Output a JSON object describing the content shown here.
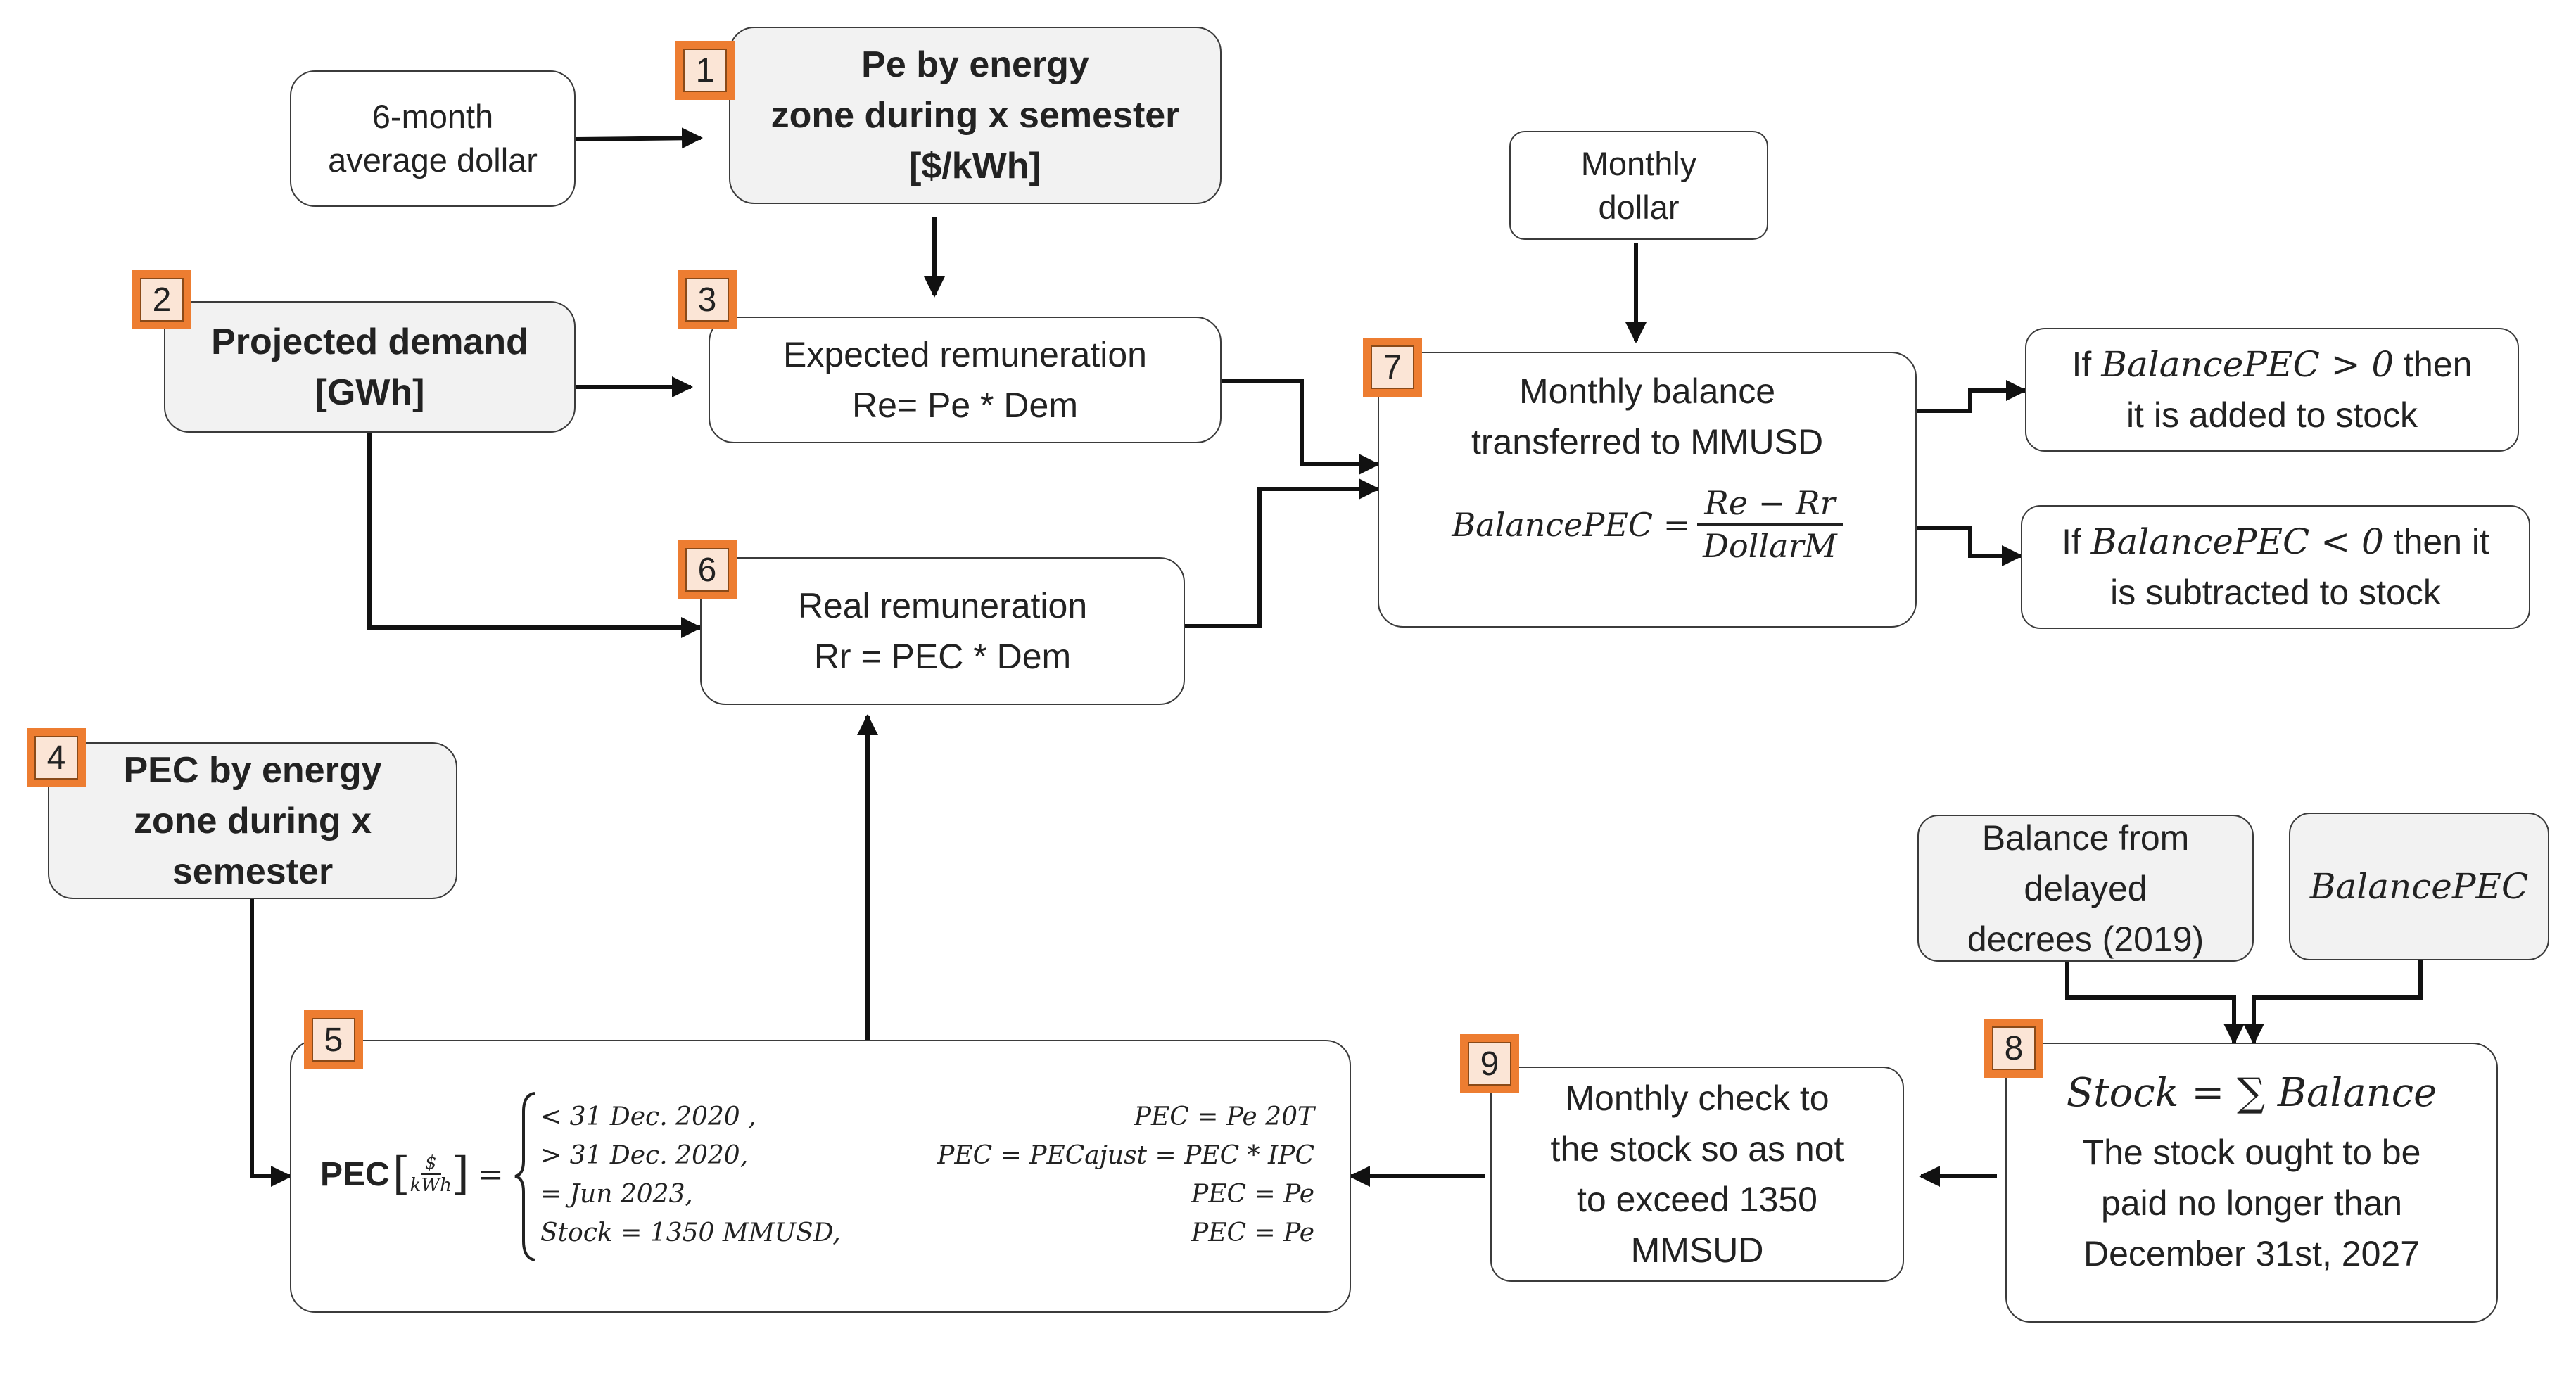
{
  "nodes": {
    "six_month_dollar": {
      "line1": "6-month",
      "line2": "average dollar"
    },
    "pe": {
      "badge": "1",
      "line1": "Pe by energy",
      "line2": "zone during x semester",
      "line3": "[$/kWh]"
    },
    "demand": {
      "badge": "2",
      "line1": "Projected demand",
      "line2": "[GWh]"
    },
    "expected": {
      "badge": "3",
      "line1": "Expected  remuneration",
      "line2": "Re= Pe * Dem"
    },
    "pec_zone": {
      "badge": "4",
      "line1": "PEC by energy",
      "line2": "zone during x",
      "line3": "semester"
    },
    "pec_formula": {
      "badge": "5",
      "lhs": "PEC",
      "unit_num": "$",
      "unit_den": "kWh",
      "cases": [
        {
          "cond": "< 31 Dec. 2020 ,",
          "result": "PEC = Pe  20T"
        },
        {
          "cond": "> 31 Dec. 2020,",
          "result": "PEC = PECajust = PEC * IPC"
        },
        {
          "cond": "= Jun 2023,",
          "result": "PEC = Pe"
        },
        {
          "cond": "Stock = 1350 MMUSD,",
          "result": "PEC = Pe"
        }
      ]
    },
    "real": {
      "badge": "6",
      "line1": "Real  remuneration",
      "line2": "Rr = PEC * Dem"
    },
    "monthly_dollar": {
      "line1": "Monthly",
      "line2": "dollar"
    },
    "balance": {
      "badge": "7",
      "line1": "Monthly balance",
      "line2": "transferred to MMUSD",
      "formula_lhs": "BalancePEC =",
      "formula_num": "Re − Rr",
      "formula_den": "DollarM"
    },
    "positive": {
      "line1_pre": "If ",
      "line1_math": "BalancePEC > 0",
      "line1_post": " then",
      "line2": "it is added to stock"
    },
    "negative": {
      "line1_pre": "If ",
      "line1_math": "BalancePEC < 0",
      "line1_post": " then it",
      "line2": "is subtracted to stock"
    },
    "delayed": {
      "line1": "Balance from",
      "line2": "delayed",
      "line3": "decrees (2019)"
    },
    "balance_pec": {
      "text": "BalancePEC"
    },
    "stock": {
      "badge": "8",
      "formula": "Stock = ∑ Balance",
      "line1": "The stock ought to be",
      "line2": "paid no longer than",
      "line3": "December 31st, 2027"
    },
    "check": {
      "badge": "9",
      "line1": "Monthly check to",
      "line2": "the stock so as not",
      "line3": "to exceed 1350",
      "line4": "MMSUD"
    }
  },
  "colors": {
    "badge_outer": "#ed7d31",
    "badge_inner": "#fbe5d6",
    "gray_box": "#f2f2f2",
    "border": "#3b3b3b",
    "arrow": "#111111"
  }
}
